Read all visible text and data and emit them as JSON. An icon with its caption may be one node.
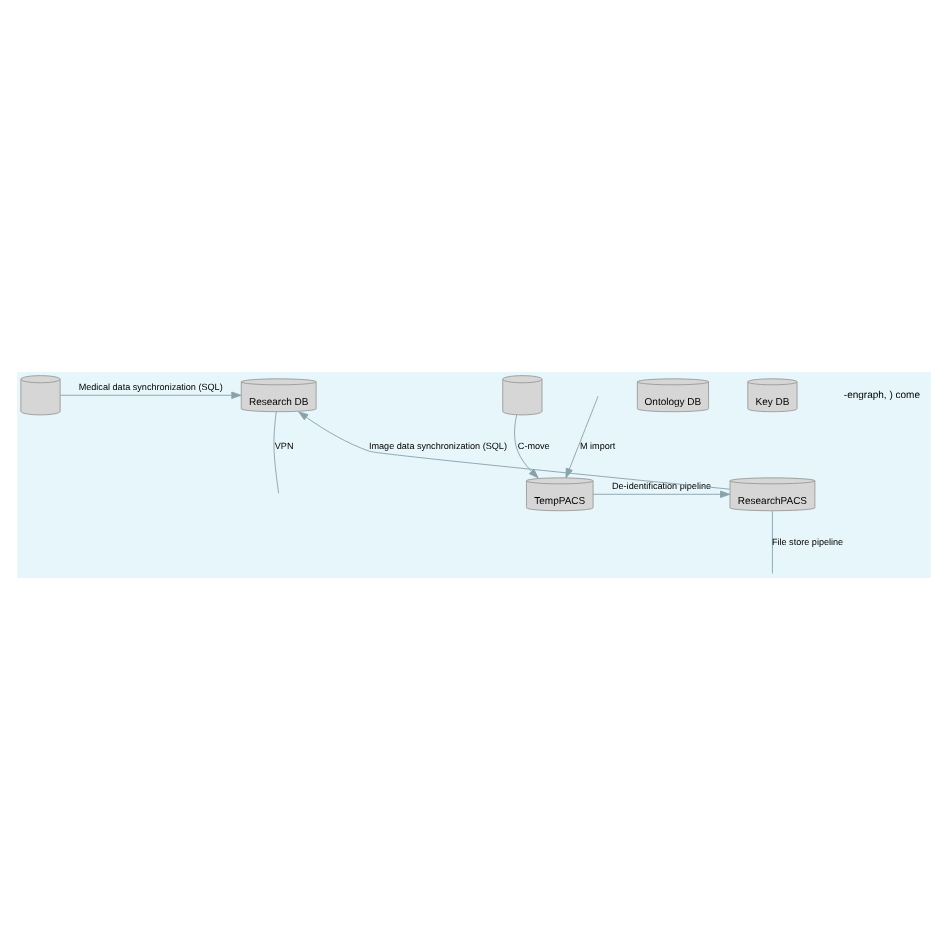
{
  "diagram": {
    "nodes": [
      {
        "text": [],
        "shape": "cylinder"
      },
      {
        "text": [
          "Research DB"
        ]
      },
      {
        "text": [
          "Ontology DB"
        ]
      },
      {
        "text": [
          "Key DB"
        ]
      },
      {
        "text": [],
        "shape": "cylinder"
      },
      {
        "text": [
          "TempPACS"
        ]
      },
      {
        "text": [
          "ResearchPACS"
        ]
      }
    ],
    "edges": [
      {
        "from": 0,
        "to": 1,
        "arrow": "to",
        "label": "Medical data synchronization (SQL)"
      },
      {
        "from": 1,
        "to": null,
        "arrow": "none",
        "label": "VPN"
      },
      {
        "from": 4,
        "to": 5,
        "arrow": "to",
        "label": "C-move"
      },
      {
        "from": null,
        "to": 5,
        "arrow": "to",
        "label": "M import"
      },
      {
        "from": 5,
        "to": 6,
        "arrow": "to",
        "label": "De-identification pipeline"
      },
      {
        "from": 6,
        "to": 1,
        "arrow": "to",
        "label": "Image data synchronization (SQL)"
      },
      {
        "from": 6,
        "to": null,
        "arrow": "none",
        "label": "File store pipeline"
      }
    ],
    "labels": [
      "-engraph, ) come"
    ]
  }
}
